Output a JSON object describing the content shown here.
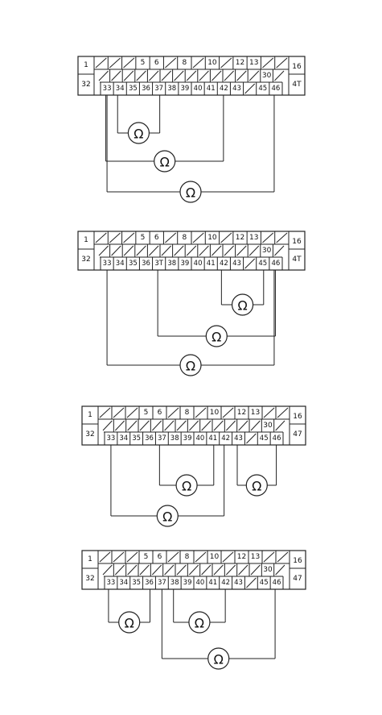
{
  "connector": {
    "corner_labels": {
      "top_left": "1",
      "top_right": "16",
      "bottom_left": "32",
      "bottom_right": "47"
    },
    "top_row": [
      "",
      "",
      "",
      "5",
      "6",
      "",
      "8",
      "",
      "10",
      "",
      "12",
      "13",
      "",
      ""
    ],
    "middle_row": [
      "",
      "",
      "",
      "",
      "",
      "",
      "",
      "",
      "",
      "",
      "",
      "",
      "",
      "30",
      ""
    ],
    "bottom_row": [
      "33",
      "34",
      "35",
      "36",
      "37",
      "38",
      "39",
      "40",
      "41",
      "42",
      "43",
      "",
      "45",
      "46"
    ]
  },
  "ohm_symbol": "Ω",
  "diagrams": [
    {
      "variant": {
        "bottom_right": "4T"
      },
      "measurements": [
        {
          "from": "34",
          "to": "37"
        },
        {
          "from": "33",
          "to": "42"
        },
        {
          "from": "33",
          "to": "46"
        }
      ]
    },
    {
      "variant": {
        "bottom_right": "4T",
        "bottom_37": "3T"
      },
      "measurements": [
        {
          "from": "42",
          "to": "45"
        },
        {
          "from": "37",
          "to": "46"
        },
        {
          "from": "33",
          "to": "46"
        }
      ]
    },
    {
      "variant": {},
      "measurements": [
        {
          "from": "37",
          "to": "41"
        },
        {
          "from": "43",
          "to": "46"
        },
        {
          "from": "33",
          "to": "42"
        }
      ]
    },
    {
      "variant": {},
      "measurements": [
        {
          "from": "33",
          "to": "36"
        },
        {
          "from": "38",
          "to": "42"
        },
        {
          "from": "37",
          "to": "46"
        }
      ]
    }
  ]
}
